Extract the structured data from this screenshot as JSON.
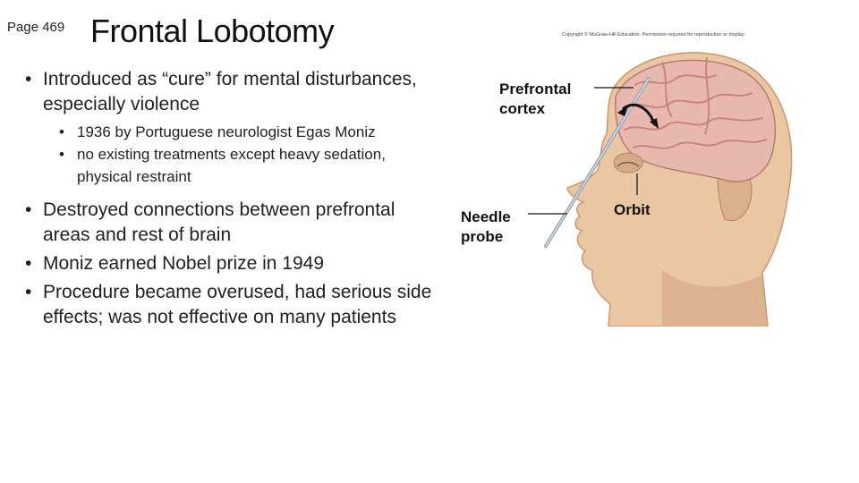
{
  "page_label": "Page 469",
  "title": "Frontal Lobotomy",
  "copyright": "Copyright © McGraw-Hill Education. Permission required for reproduction or display.",
  "bullets_top": [
    {
      "text": "Introduced as “cure” for mental disturbances, especially violence"
    }
  ],
  "bullets_sub": [
    {
      "text": "1936 by Portuguese neurologist Egas Moniz"
    },
    {
      "text": "no existing treatments except heavy sedation, physical restraint"
    }
  ],
  "bullets_bottom": [
    {
      "text": "Destroyed connections between prefrontal areas and rest of brain"
    },
    {
      "text": "Moniz earned Nobel prize in 1949"
    },
    {
      "text": "Procedure became overused, had serious side effects; was not effective on many patients"
    }
  ],
  "figure": {
    "label_prefrontal_line1": "Prefrontal",
    "label_prefrontal_line2": "cortex",
    "label_needle_line1": "Needle",
    "label_needle_line2": "probe",
    "label_orbit": "Orbit",
    "colors": {
      "skin": "#e9c7a3",
      "skin_shadow": "#d2a37e",
      "brain": "#e8b7ad",
      "brain_gyri": "#c9847c",
      "needle": "#9aa3b0"
    }
  }
}
